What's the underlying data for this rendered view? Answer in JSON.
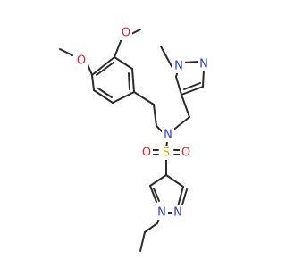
{
  "molecule": {
    "atoms": [
      {
        "id": "O1",
        "label": "O",
        "color": "#e8202a"
      },
      {
        "id": "O2",
        "label": "O",
        "color": "#e8202a"
      },
      {
        "id": "Npz_Me",
        "label": "N",
        "color": "#2c3cd6"
      },
      {
        "id": "Npz_Me2",
        "label": "N",
        "color": "#2c3cd6"
      },
      {
        "id": "Namine",
        "label": "N",
        "color": "#2c3cd6"
      },
      {
        "id": "S",
        "label": "S",
        "color": "#c7b000"
      },
      {
        "id": "OS1",
        "label": "O",
        "color": "#e8202a"
      },
      {
        "id": "OS2",
        "label": "O",
        "color": "#e8202a"
      },
      {
        "id": "Npz_Et",
        "label": "N",
        "color": "#2c3cd6"
      },
      {
        "id": "Npz_Et2",
        "label": "N",
        "color": "#2c3cd6"
      }
    ],
    "bond_color": "#2b2b2b"
  }
}
